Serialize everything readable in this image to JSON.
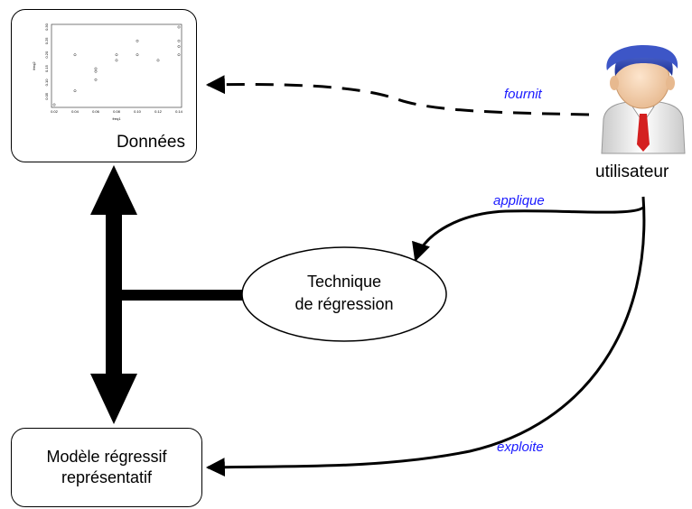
{
  "nodes": {
    "donnees": {
      "label": "Données"
    },
    "technique": {
      "line1": "Technique",
      "line2": "de régression"
    },
    "modele": {
      "line1": "Modèle régressif",
      "line2": "représentatif"
    },
    "user": {
      "label": "utilisateur"
    }
  },
  "edges": {
    "fournit": "fournit",
    "applique": "applique",
    "exploite": "exploite"
  },
  "colors": {
    "edge_label": "#1a1aff",
    "line": "#000000",
    "tie": "#d42020",
    "hair": "#2a3fa8"
  },
  "thumbnail_plot": {
    "type": "scatter",
    "xlabel": "freq1",
    "ylabel": "freq2",
    "x_ticks": [
      "0.02",
      "0.04",
      "0.06",
      "0.08",
      "0.10",
      "0.12",
      "0.14"
    ],
    "y_ticks": [
      "0.05",
      "0.10",
      "0.15",
      "0.20",
      "0.25",
      "0.30"
    ],
    "points": [
      [
        0.02,
        0.02
      ],
      [
        0.04,
        0.07
      ],
      [
        0.04,
        0.2
      ],
      [
        0.06,
        0.11
      ],
      [
        0.06,
        0.14
      ],
      [
        0.06,
        0.15
      ],
      [
        0.08,
        0.18
      ],
      [
        0.08,
        0.2
      ],
      [
        0.1,
        0.25
      ],
      [
        0.1,
        0.2
      ],
      [
        0.12,
        0.18
      ],
      [
        0.14,
        0.3
      ],
      [
        0.14,
        0.25
      ],
      [
        0.14,
        0.23
      ],
      [
        0.14,
        0.2
      ]
    ]
  }
}
